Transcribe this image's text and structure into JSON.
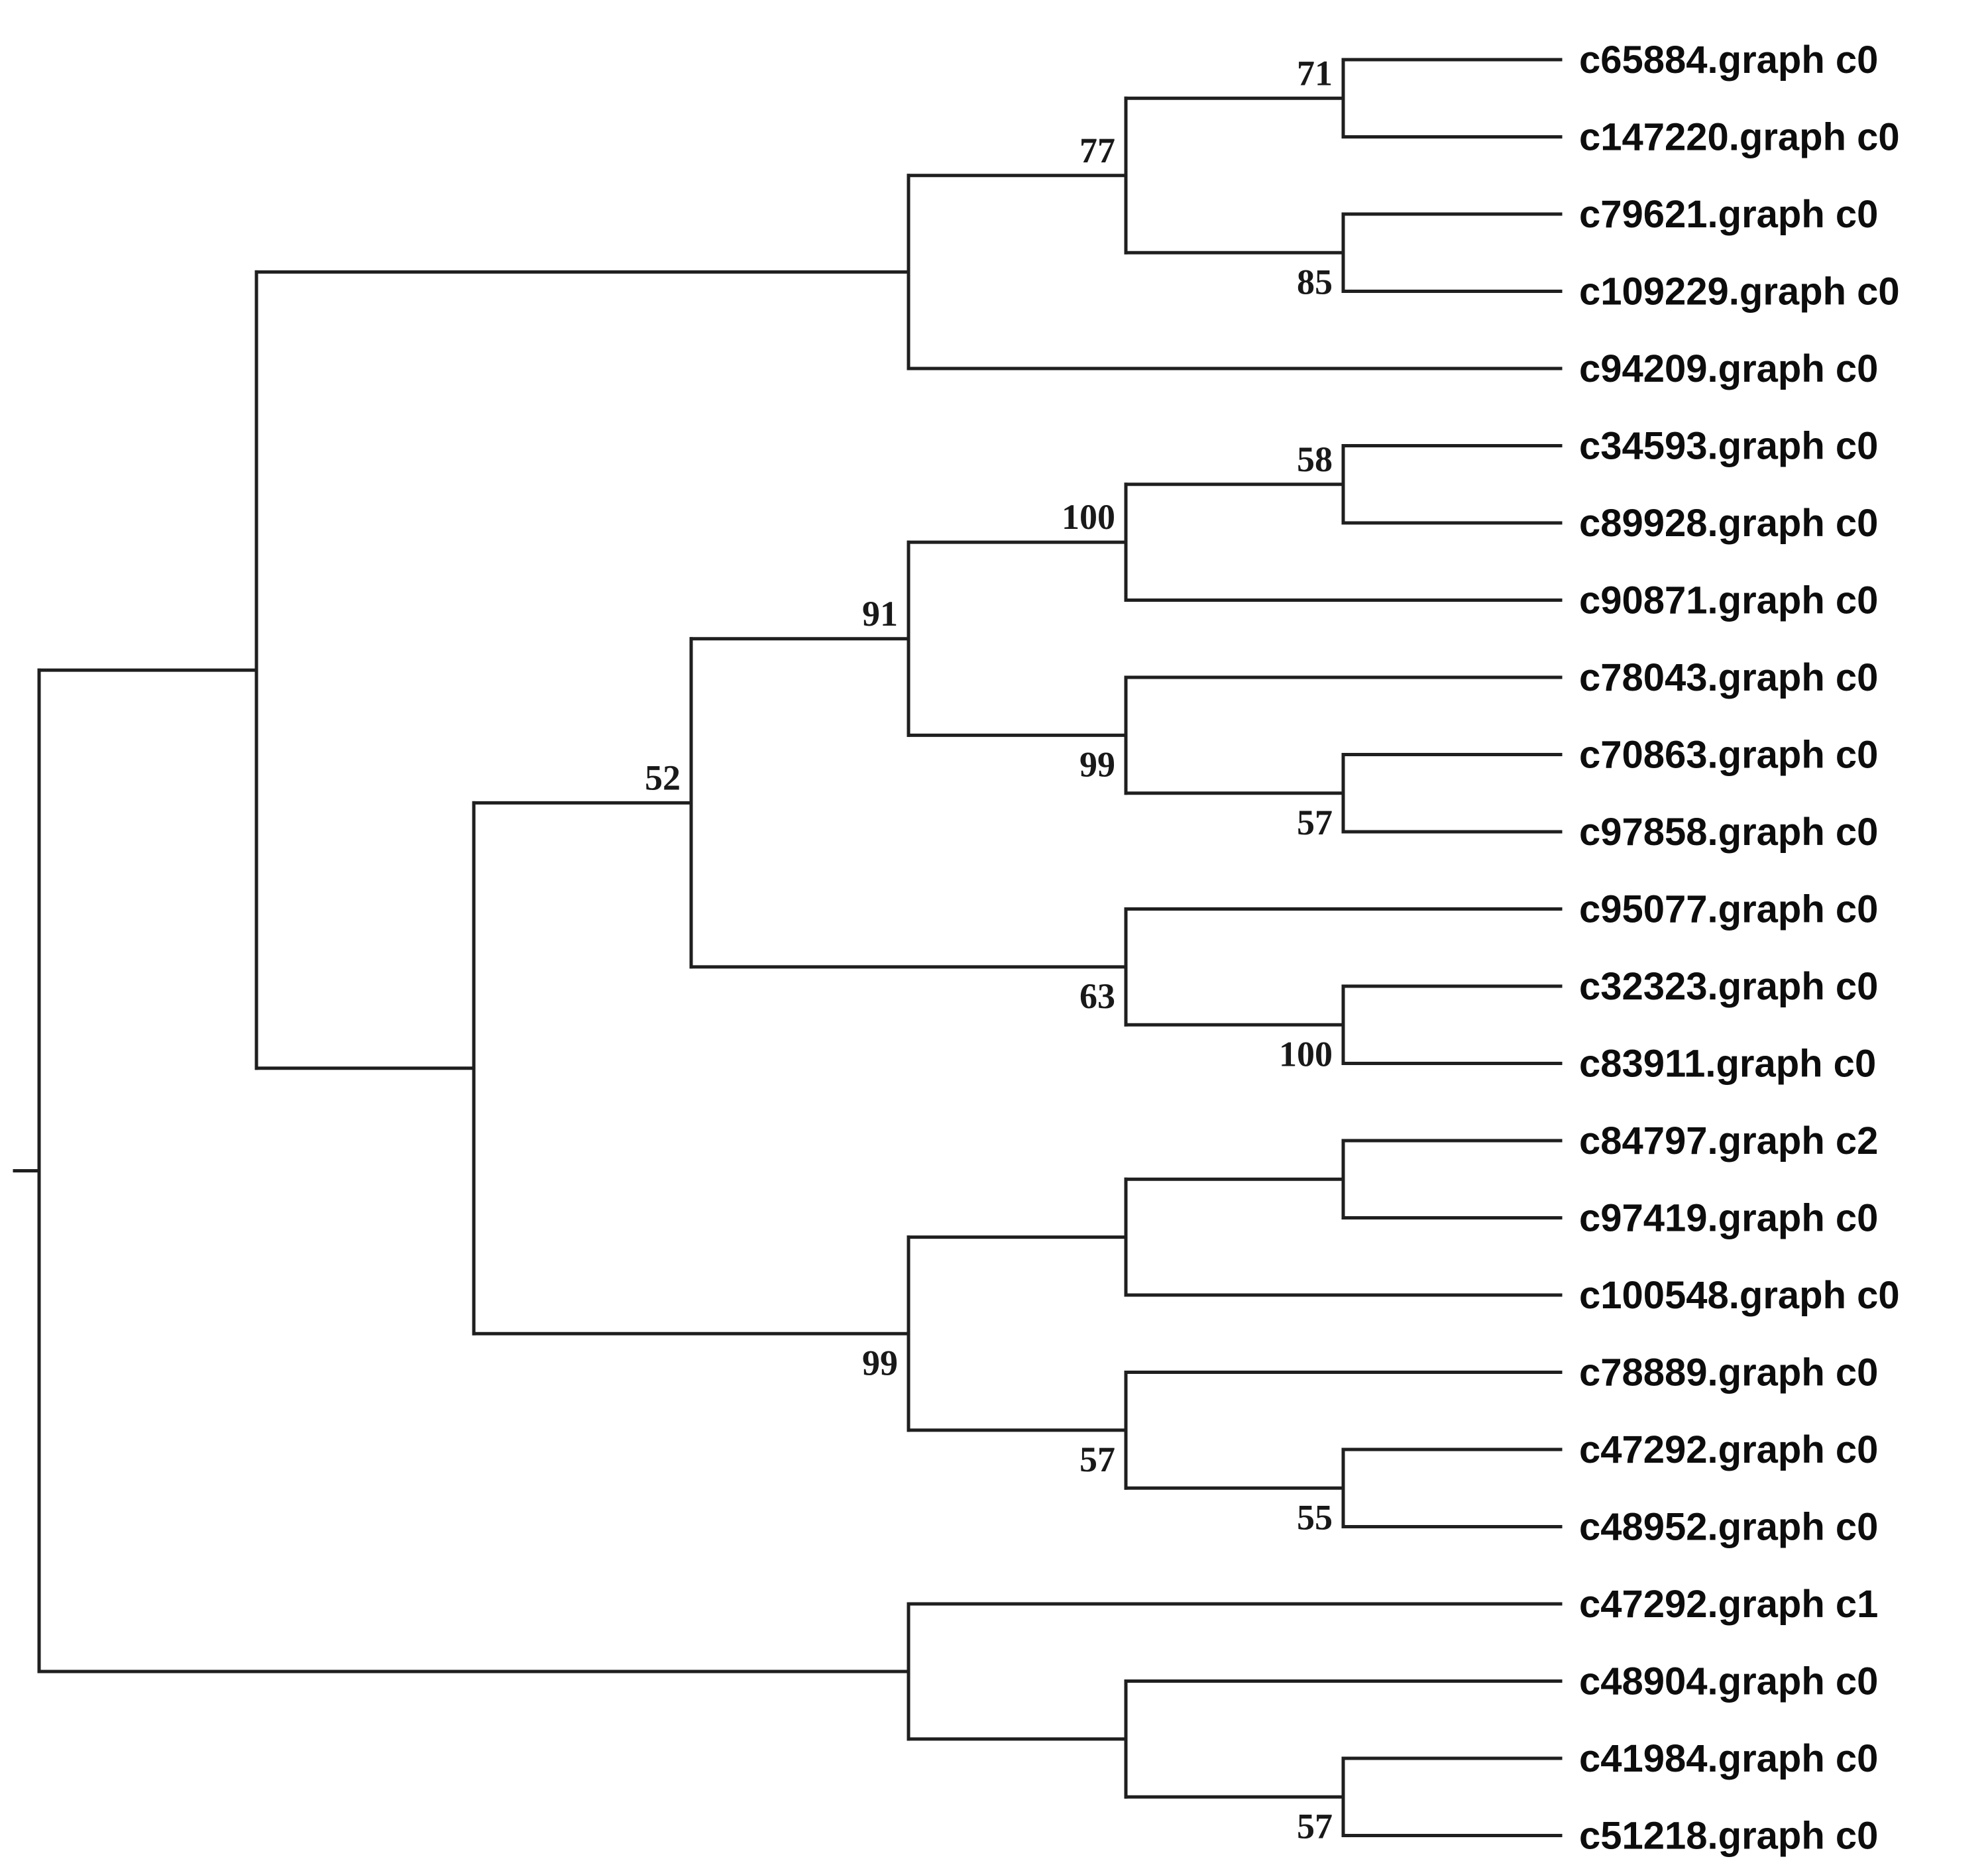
{
  "figure": {
    "type": "phylogenetic-cladogram",
    "background_color": "#ffffff",
    "line_color": "#1f1f1f",
    "leaf_label_color": "#0d0d0d",
    "support_label_color": "#191919"
  },
  "tree": {
    "children": [
      {
        "children": [
          {
            "children": [
              {
                "support": "77",
                "children": [
                  {
                    "support": "71",
                    "children": [
                      {
                        "name": "c65884.graph c0"
                      },
                      {
                        "name": "c147220.graph c0"
                      }
                    ]
                  },
                  {
                    "support": "85",
                    "children": [
                      {
                        "name": "c79621.graph c0"
                      },
                      {
                        "name": "c109229.graph c0"
                      }
                    ]
                  }
                ]
              },
              {
                "name": "c94209.graph c0"
              }
            ]
          },
          {
            "children": [
              {
                "support": "52",
                "children": [
                  {
                    "support": "91",
                    "children": [
                      {
                        "support": "100",
                        "children": [
                          {
                            "support": "58",
                            "children": [
                              {
                                "name": "c34593.graph c0"
                              },
                              {
                                "name": "c89928.graph c0"
                              }
                            ]
                          },
                          {
                            "name": "c90871.graph c0"
                          }
                        ]
                      },
                      {
                        "support": "99",
                        "children": [
                          {
                            "name": "c78043.graph c0"
                          },
                          {
                            "support": "57",
                            "children": [
                              {
                                "name": "c70863.graph c0"
                              },
                              {
                                "name": "c97858.graph c0"
                              }
                            ]
                          }
                        ]
                      }
                    ]
                  },
                  {
                    "support": "63",
                    "children": [
                      {
                        "name": "c95077.graph c0"
                      },
                      {
                        "support": "100",
                        "children": [
                          {
                            "name": "c32323.graph c0"
                          },
                          {
                            "name": "c83911.graph c0"
                          }
                        ]
                      }
                    ]
                  }
                ]
              },
              {
                "support": "99",
                "children": [
                  {
                    "children": [
                      {
                        "children": [
                          {
                            "name": "c84797.graph c2"
                          },
                          {
                            "name": "c97419.graph c0"
                          }
                        ]
                      },
                      {
                        "name": "c100548.graph c0"
                      }
                    ]
                  },
                  {
                    "support": "57",
                    "children": [
                      {
                        "name": "c78889.graph c0"
                      },
                      {
                        "support": "55",
                        "children": [
                          {
                            "name": "c47292.graph c0"
                          },
                          {
                            "name": "c48952.graph c0"
                          }
                        ]
                      }
                    ]
                  }
                ]
              }
            ]
          }
        ]
      },
      {
        "children": [
          {
            "name": "c47292.graph c1"
          },
          {
            "children": [
              {
                "name": "c48904.graph c0"
              },
              {
                "support": "57",
                "children": [
                  {
                    "name": "c41984.graph c0"
                  },
                  {
                    "name": "c51218.graph c0"
                  }
                ]
              }
            ]
          }
        ]
      }
    ]
  }
}
